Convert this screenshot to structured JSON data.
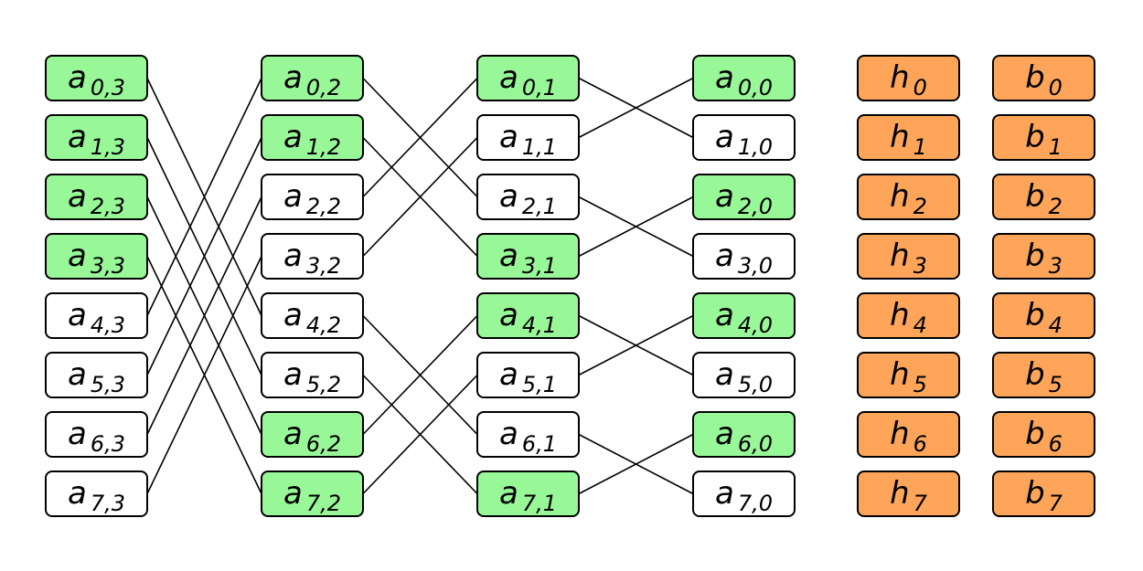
{
  "colors": {
    "active": "#98f898",
    "inactive": "#ffffff",
    "output": "#ffa55a",
    "stroke": "#000000"
  },
  "columns": [
    {
      "id": "col3",
      "cells": [
        {
          "var": "a",
          "sub": "0,3",
          "active": true
        },
        {
          "var": "a",
          "sub": "1,3",
          "active": true
        },
        {
          "var": "a",
          "sub": "2,3",
          "active": true
        },
        {
          "var": "a",
          "sub": "3,3",
          "active": true
        },
        {
          "var": "a",
          "sub": "4,3",
          "active": false
        },
        {
          "var": "a",
          "sub": "5,3",
          "active": false
        },
        {
          "var": "a",
          "sub": "6,3",
          "active": false
        },
        {
          "var": "a",
          "sub": "7,3",
          "active": false
        }
      ]
    },
    {
      "id": "col2",
      "cells": [
        {
          "var": "a",
          "sub": "0,2",
          "active": true
        },
        {
          "var": "a",
          "sub": "1,2",
          "active": true
        },
        {
          "var": "a",
          "sub": "2,2",
          "active": false
        },
        {
          "var": "a",
          "sub": "3,2",
          "active": false
        },
        {
          "var": "a",
          "sub": "4,2",
          "active": false
        },
        {
          "var": "a",
          "sub": "5,2",
          "active": false
        },
        {
          "var": "a",
          "sub": "6,2",
          "active": true
        },
        {
          "var": "a",
          "sub": "7,2",
          "active": true
        }
      ]
    },
    {
      "id": "col1",
      "cells": [
        {
          "var": "a",
          "sub": "0,1",
          "active": true
        },
        {
          "var": "a",
          "sub": "1,1",
          "active": false
        },
        {
          "var": "a",
          "sub": "2,1",
          "active": false
        },
        {
          "var": "a",
          "sub": "3,1",
          "active": true
        },
        {
          "var": "a",
          "sub": "4,1",
          "active": true
        },
        {
          "var": "a",
          "sub": "5,1",
          "active": false
        },
        {
          "var": "a",
          "sub": "6,1",
          "active": false
        },
        {
          "var": "a",
          "sub": "7,1",
          "active": true
        }
      ]
    },
    {
      "id": "col0",
      "cells": [
        {
          "var": "a",
          "sub": "0,0",
          "active": true
        },
        {
          "var": "a",
          "sub": "1,0",
          "active": false
        },
        {
          "var": "a",
          "sub": "2,0",
          "active": true
        },
        {
          "var": "a",
          "sub": "3,0",
          "active": false
        },
        {
          "var": "a",
          "sub": "4,0",
          "active": true
        },
        {
          "var": "a",
          "sub": "5,0",
          "active": false
        },
        {
          "var": "a",
          "sub": "6,0",
          "active": true
        },
        {
          "var": "a",
          "sub": "7,0",
          "active": false
        }
      ]
    },
    {
      "id": "colh",
      "cells": [
        {
          "var": "h",
          "sub": "0",
          "output": true
        },
        {
          "var": "h",
          "sub": "1",
          "output": true
        },
        {
          "var": "h",
          "sub": "2",
          "output": true
        },
        {
          "var": "h",
          "sub": "3",
          "output": true
        },
        {
          "var": "h",
          "sub": "4",
          "output": true
        },
        {
          "var": "h",
          "sub": "5",
          "output": true
        },
        {
          "var": "h",
          "sub": "6",
          "output": true
        },
        {
          "var": "h",
          "sub": "7",
          "output": true
        }
      ]
    },
    {
      "id": "colb",
      "cells": [
        {
          "var": "b",
          "sub": "0",
          "output": true
        },
        {
          "var": "b",
          "sub": "1",
          "output": true
        },
        {
          "var": "b",
          "sub": "2",
          "output": true
        },
        {
          "var": "b",
          "sub": "3",
          "output": true
        },
        {
          "var": "b",
          "sub": "4",
          "output": true
        },
        {
          "var": "b",
          "sub": "5",
          "output": true
        },
        {
          "var": "b",
          "sub": "6",
          "output": true
        },
        {
          "var": "b",
          "sub": "7",
          "output": true
        }
      ]
    }
  ],
  "connections": [
    {
      "from_col": 0,
      "to_col": 1,
      "pairs": [
        [
          0,
          4
        ],
        [
          1,
          5
        ],
        [
          2,
          6
        ],
        [
          3,
          7
        ],
        [
          4,
          0
        ],
        [
          5,
          1
        ],
        [
          6,
          2
        ],
        [
          7,
          3
        ]
      ]
    },
    {
      "from_col": 1,
      "to_col": 2,
      "pairs": [
        [
          0,
          2
        ],
        [
          1,
          3
        ],
        [
          2,
          0
        ],
        [
          3,
          1
        ],
        [
          4,
          6
        ],
        [
          5,
          7
        ],
        [
          6,
          4
        ],
        [
          7,
          5
        ]
      ]
    },
    {
      "from_col": 2,
      "to_col": 3,
      "pairs": [
        [
          0,
          1
        ],
        [
          1,
          0
        ],
        [
          2,
          3
        ],
        [
          3,
          2
        ],
        [
          4,
          5
        ],
        [
          5,
          4
        ],
        [
          6,
          7
        ],
        [
          7,
          6
        ]
      ]
    }
  ]
}
